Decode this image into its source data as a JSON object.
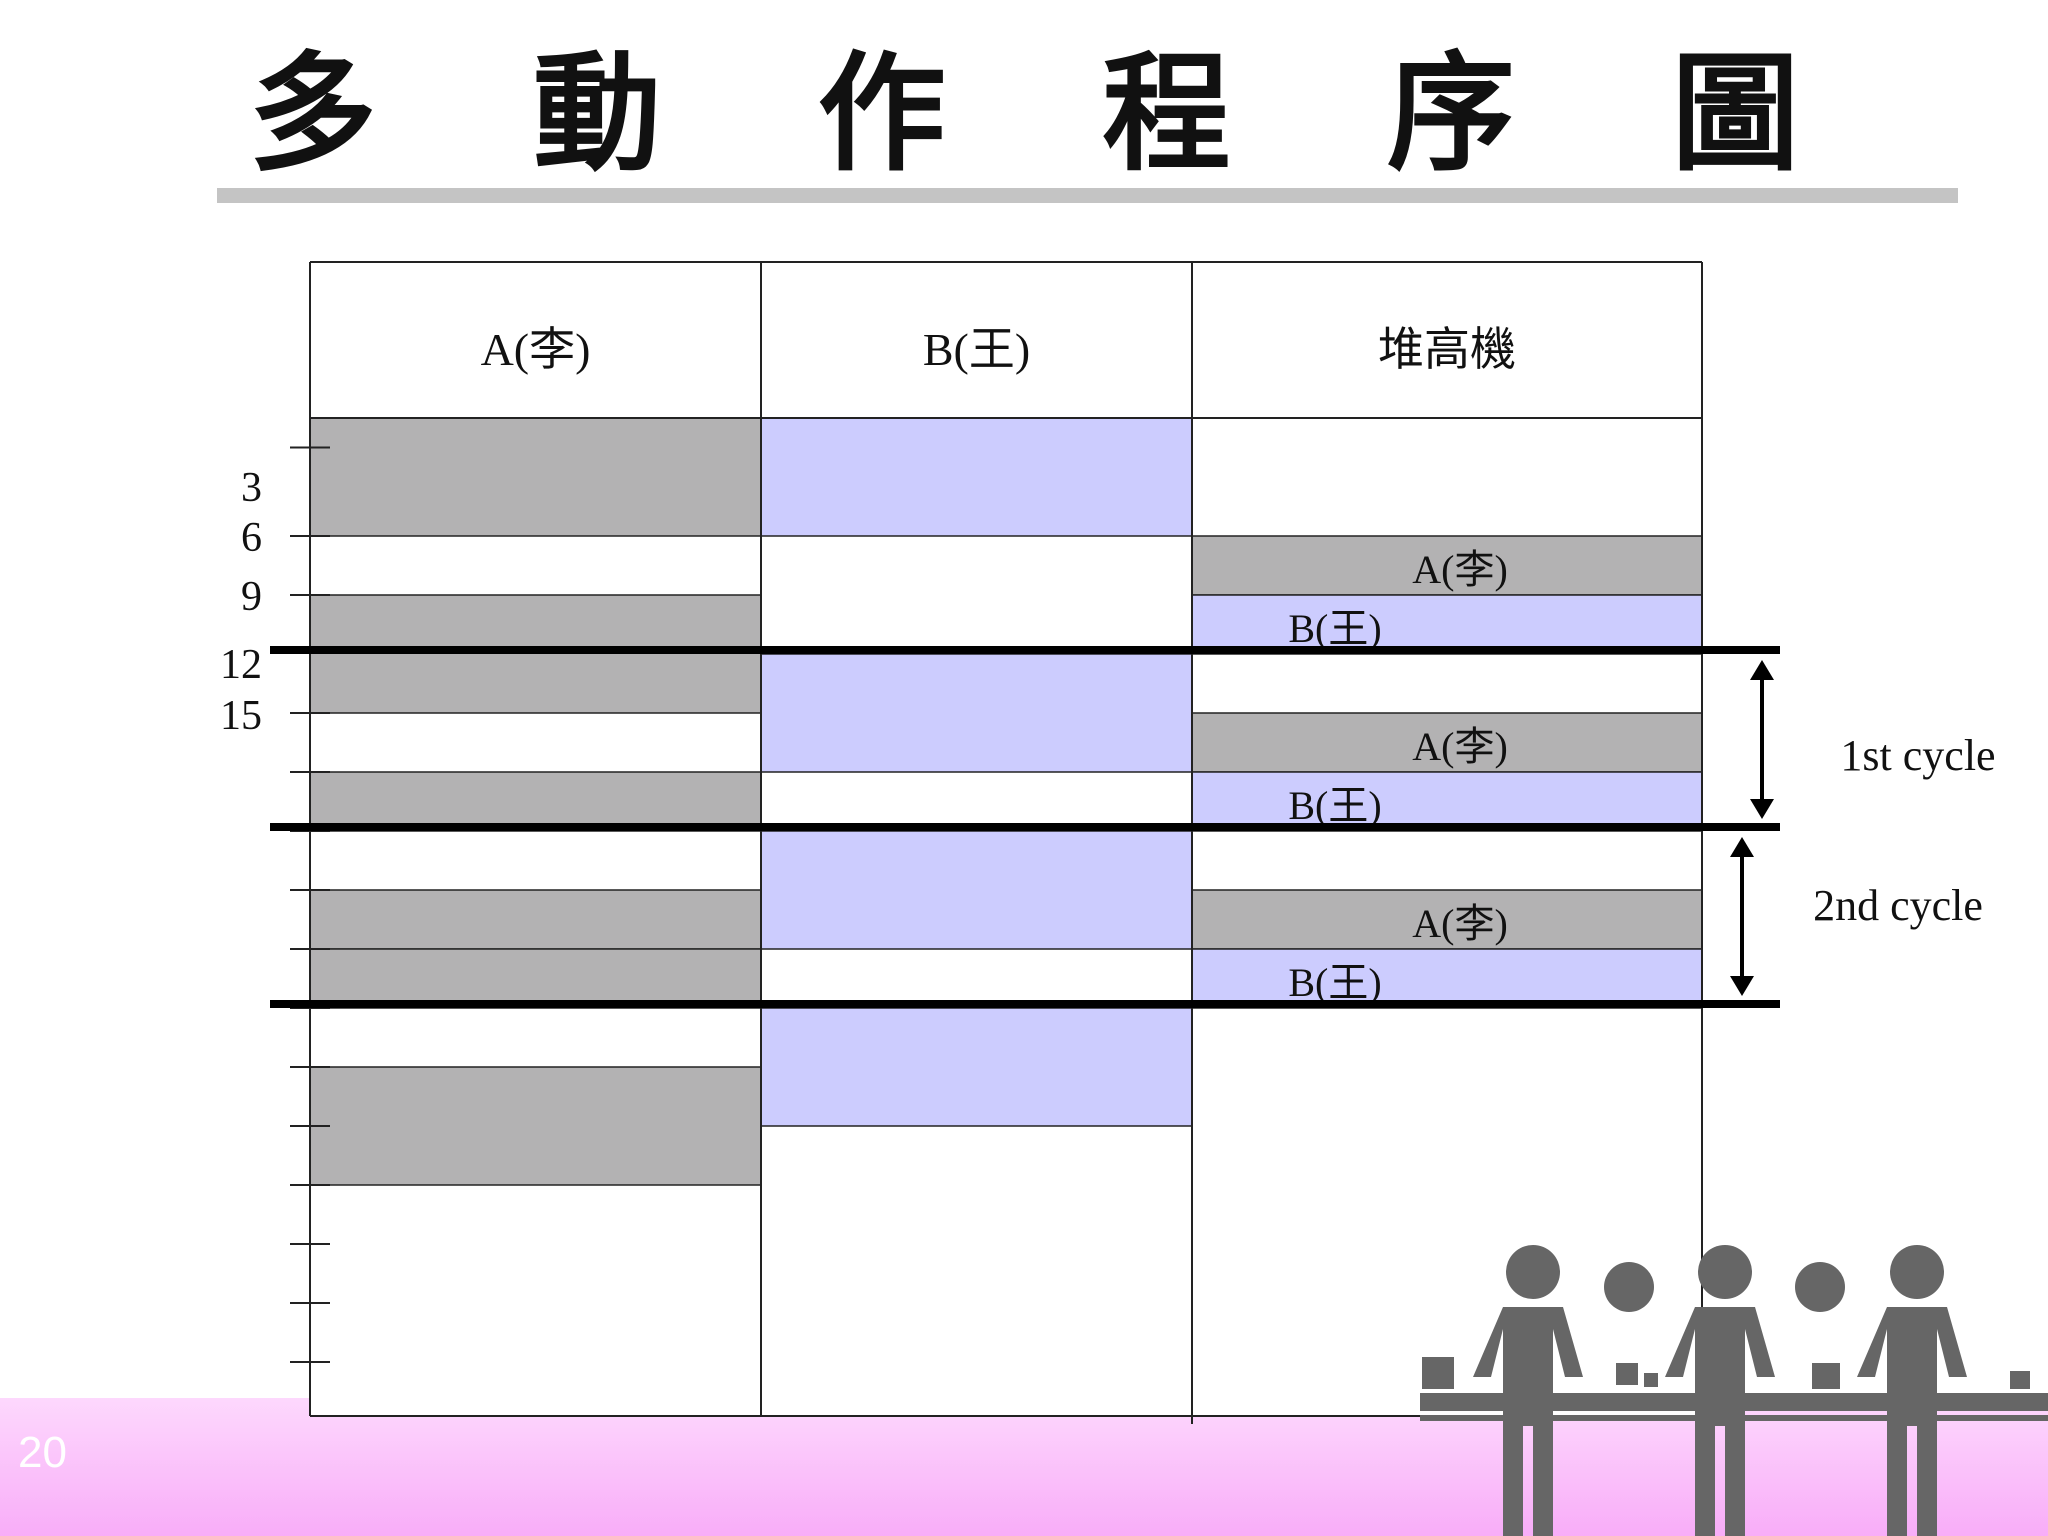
{
  "slide": {
    "title": "多 動 作 程 序 圖",
    "page_number": "20"
  },
  "columns": [
    "A(李)",
    "B(王)",
    "堆高機"
  ],
  "time_axis": {
    "tick_labels": [
      "3",
      "6",
      "9",
      "12",
      "15"
    ]
  },
  "schedule": {
    "slot_unit": 3,
    "A": [
      {
        "start": 0,
        "end": 2,
        "state": "busy"
      },
      {
        "start": 3,
        "end": 5,
        "state": "busy"
      },
      {
        "start": 6,
        "end": 7,
        "state": "busy"
      },
      {
        "start": 8,
        "end": 9,
        "state": "busy"
      },
      {
        "start": 9,
        "end": 10,
        "state": "busy"
      },
      {
        "start": 11,
        "end": 13,
        "state": "busy"
      }
    ],
    "B": [
      {
        "start": 0,
        "end": 2,
        "state": "busy"
      },
      {
        "start": 4,
        "end": 6,
        "state": "busy"
      },
      {
        "start": 7,
        "end": 9,
        "state": "busy"
      },
      {
        "start": 10,
        "end": 12,
        "state": "busy"
      }
    ],
    "forklift": [
      {
        "start": 2,
        "end": 3,
        "label": "A(李)",
        "color": "#b3b2b3"
      },
      {
        "start": 3,
        "end": 4,
        "label": "B(王)",
        "color": "#ccccfe"
      },
      {
        "start": 5,
        "end": 6,
        "label": "A(李)",
        "color": "#b3b2b3"
      },
      {
        "start": 6,
        "end": 7,
        "label": "B(王)",
        "color": "#ccccfe"
      },
      {
        "start": 8,
        "end": 9,
        "label": "A(李)",
        "color": "#b3b2b3"
      },
      {
        "start": 9,
        "end": 10,
        "label": "B(王)",
        "color": "#ccccfe"
      }
    ]
  },
  "cycles": [
    {
      "label": "1st cycle",
      "start": 4,
      "end": 7
    },
    {
      "label": "2nd cycle",
      "start": 7,
      "end": 10
    }
  ],
  "colors": {
    "a_busy": "#b3b2b3",
    "b_busy": "#ccccfe",
    "grid": "#222222",
    "cycle_line": "#000000",
    "worker_icon": "#666666"
  },
  "icons": [
    "workers-icon"
  ]
}
